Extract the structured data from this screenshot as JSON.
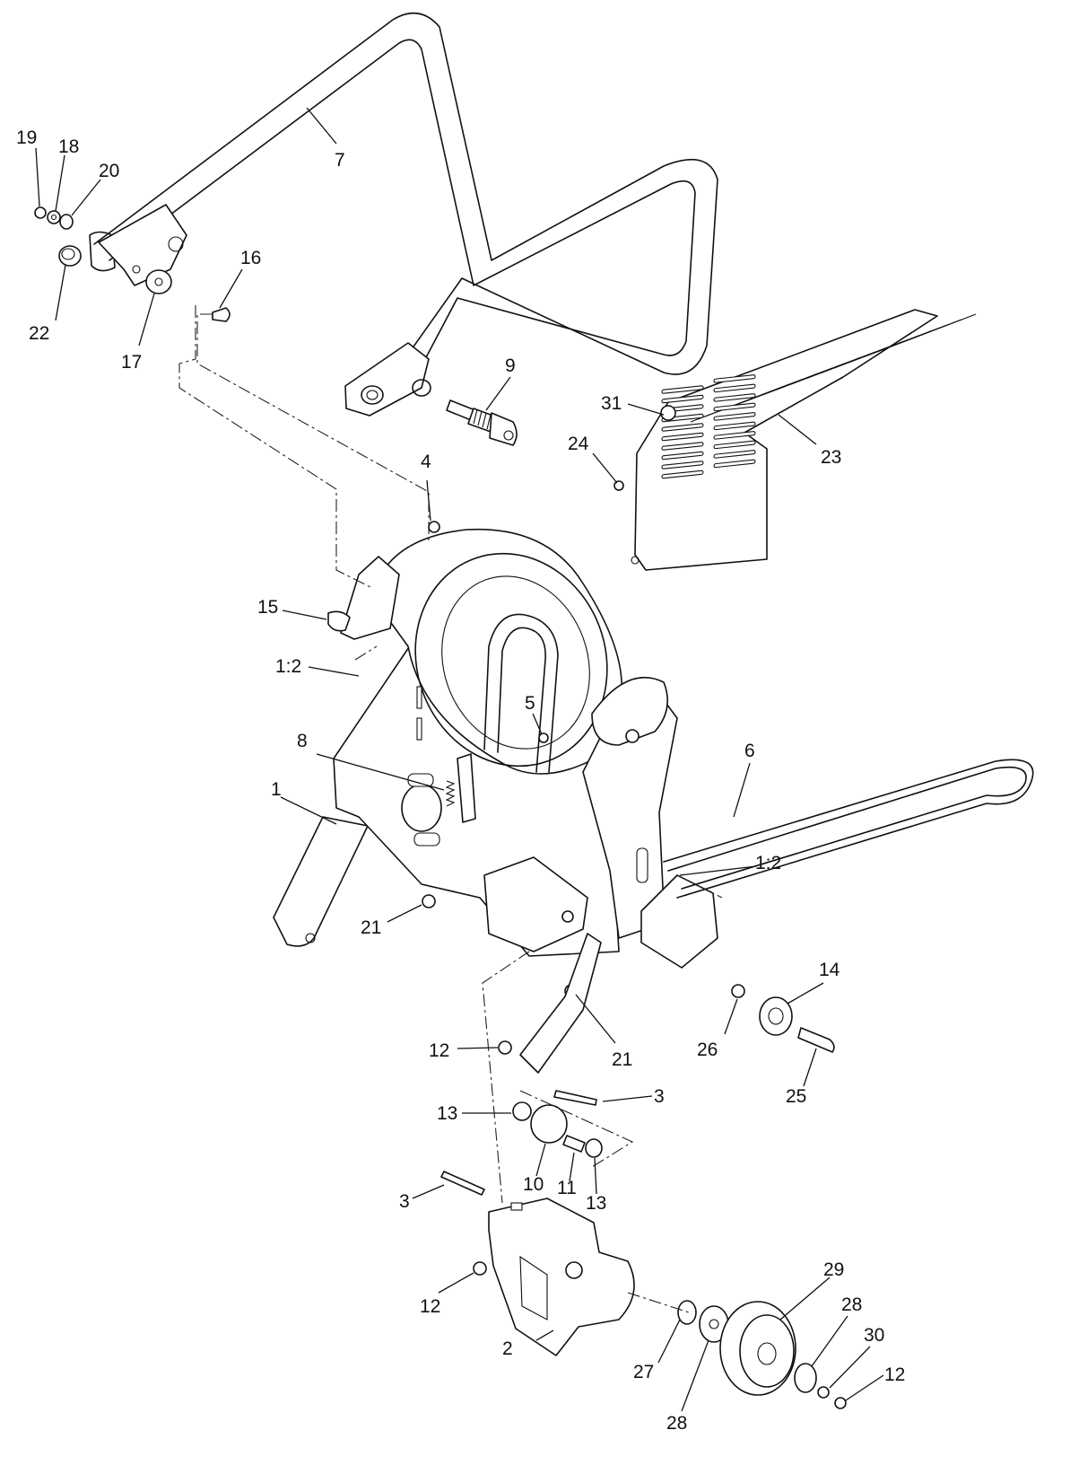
{
  "callouts": {
    "c1": "1",
    "c2": "2",
    "c3a": "3",
    "c3b": "3",
    "c4": "4",
    "c5": "5",
    "c6": "6",
    "c7": "7",
    "c8": "8",
    "c9": "9",
    "c10": "10",
    "c11": "11",
    "c12a": "12",
    "c12b": "12",
    "c12c": "12",
    "c13a": "13",
    "c13b": "13",
    "c14": "14",
    "c15": "15",
    "c16": "16",
    "c17": "17",
    "c18": "18",
    "c19": "19",
    "c20": "20",
    "c21a": "21",
    "c21b": "21",
    "c22": "22",
    "c23": "23",
    "c24": "24",
    "c25": "25",
    "c26": "26",
    "c27": "27",
    "c28a": "28",
    "c28b": "28",
    "c29": "29",
    "c30": "30",
    "c31": "31",
    "ratio_a": "1:2",
    "ratio_b": "1:2"
  }
}
